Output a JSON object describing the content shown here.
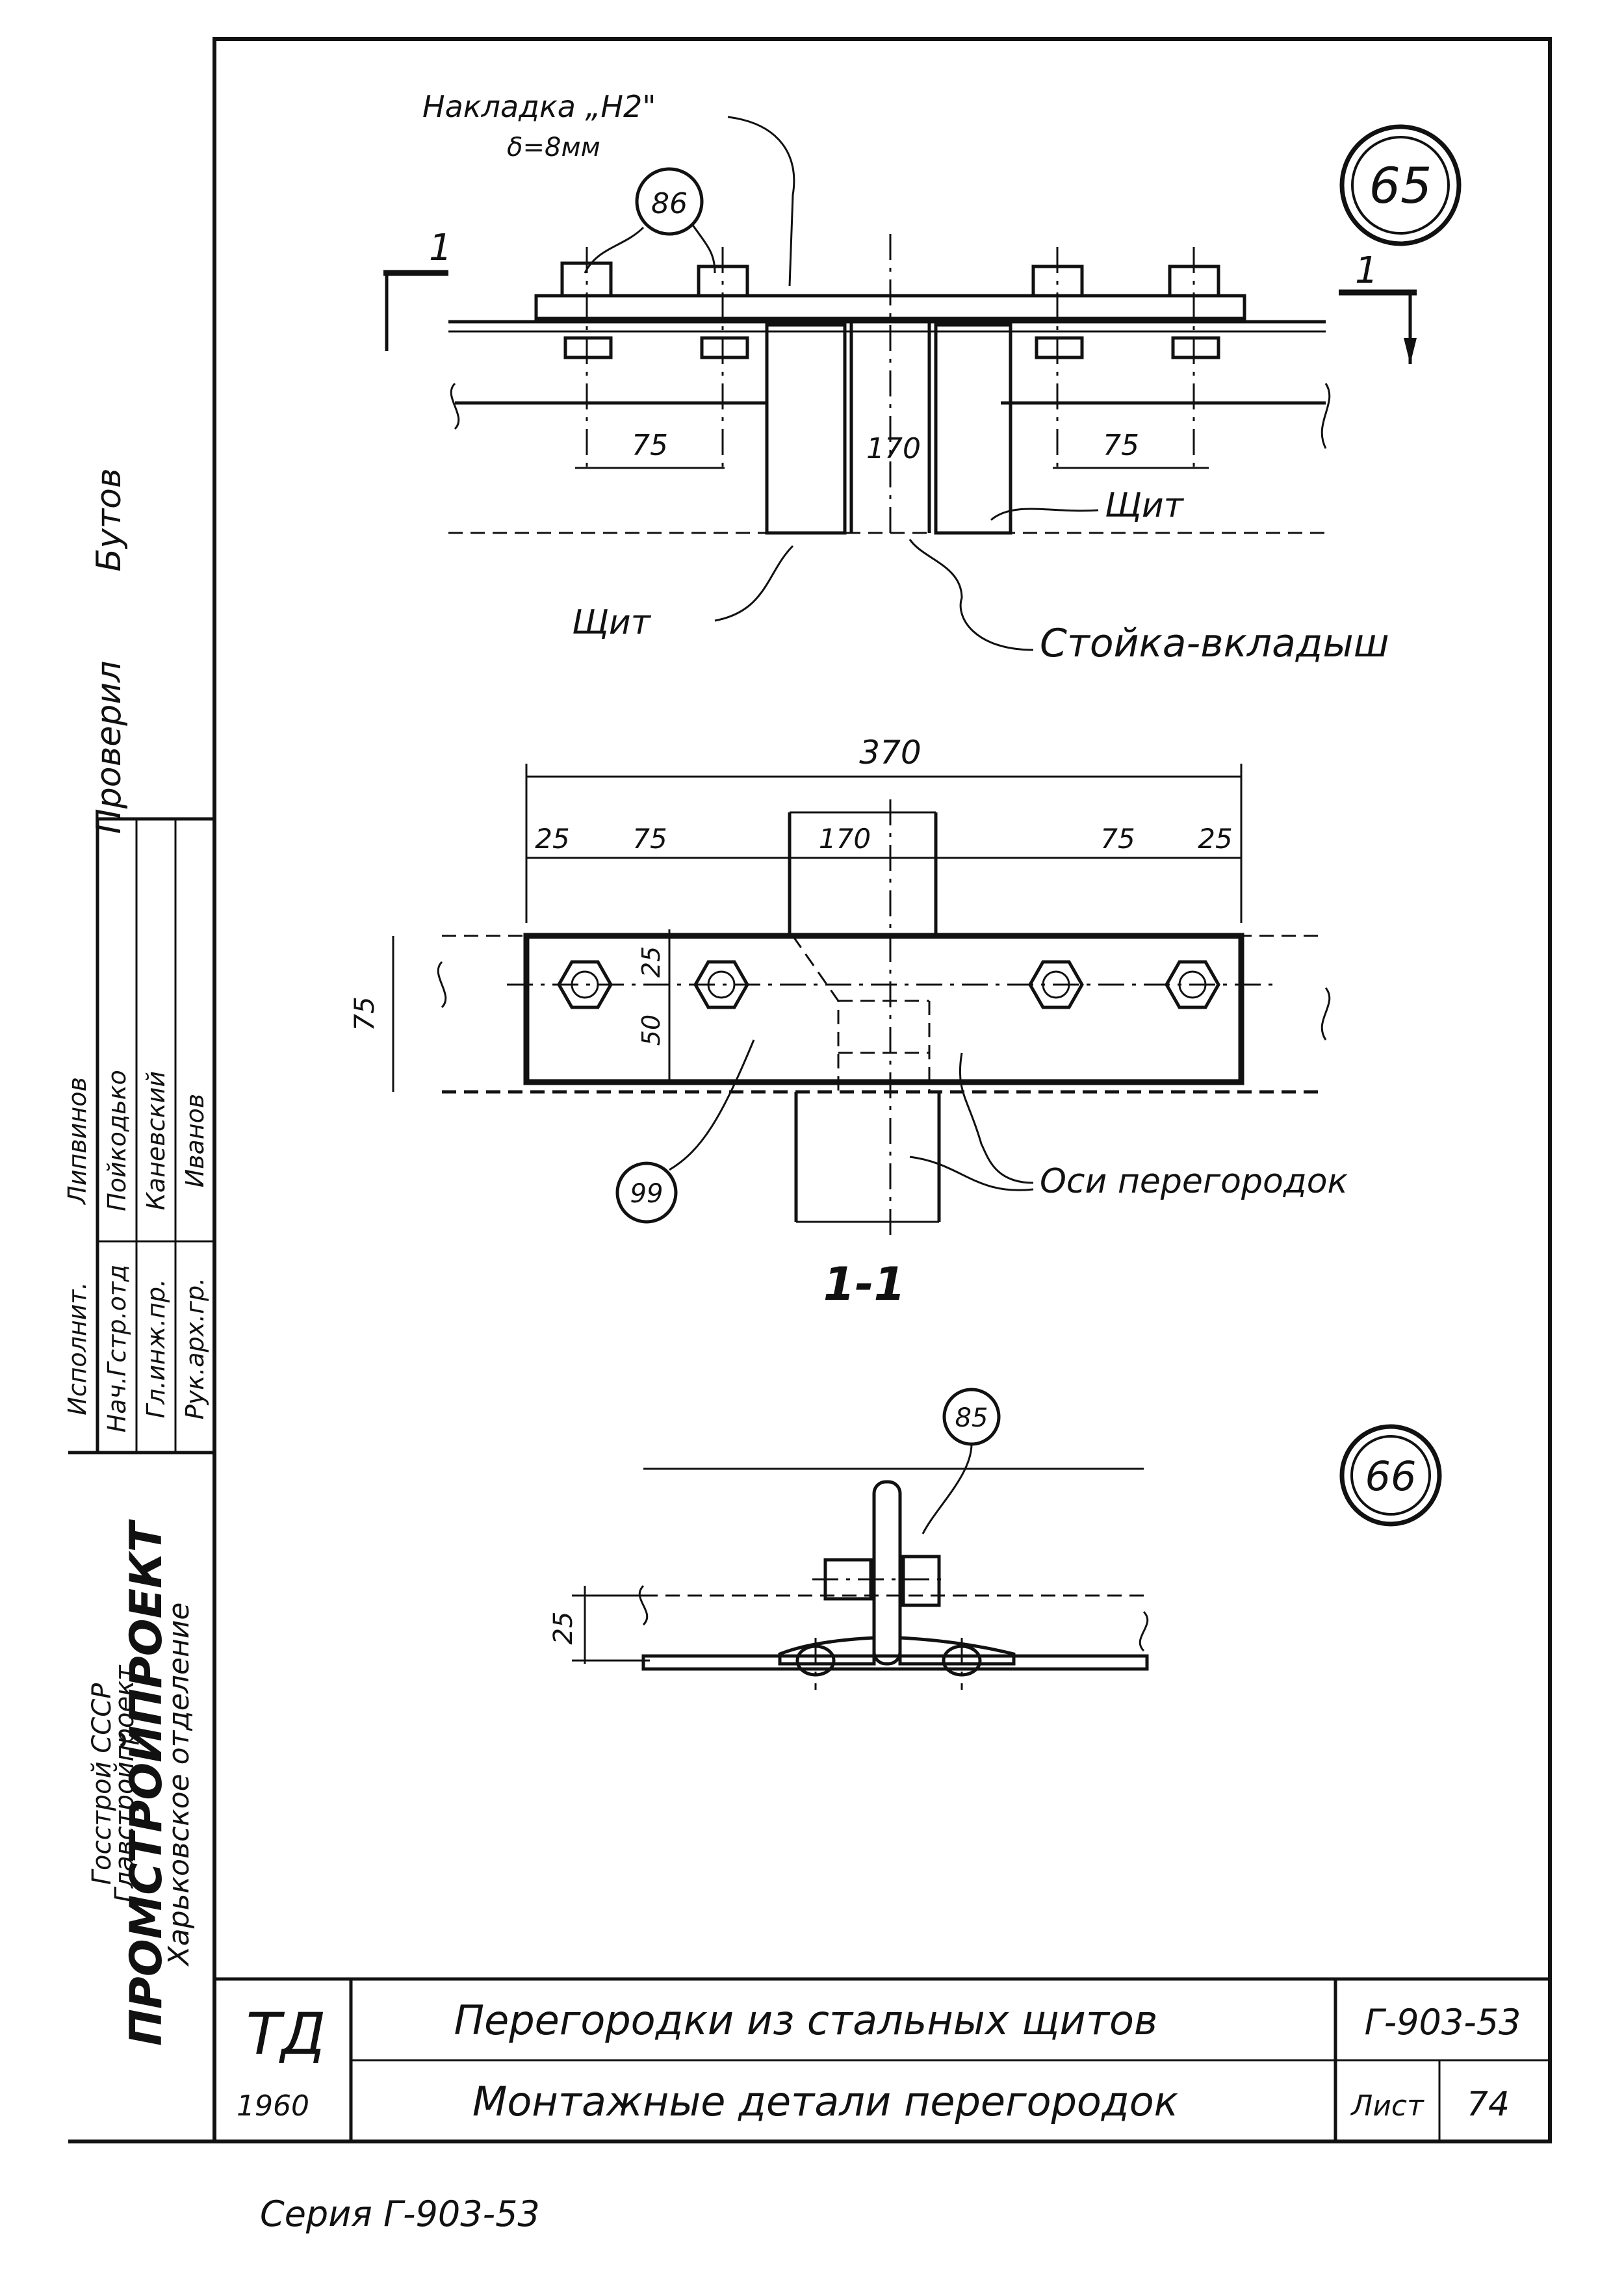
{
  "node_65": {
    "callout_number": "65",
    "plate_label": "Накладка „Н2\"",
    "plate_thickness": "δ=8мм",
    "bolt_ref": "86",
    "section_mark_left": "1",
    "section_mark_right": "1",
    "dim_left": "75",
    "dim_center": "170",
    "dim_right": "75",
    "panel_label_right": "Щит",
    "panel_label_left": "Щит",
    "post_label": "Стойка-вкладыш"
  },
  "section_1_1": {
    "title": "1-1",
    "dim_total": "370",
    "dim_25_left": "25",
    "dim_75_left": "75",
    "dim_170": "170",
    "dim_75_right": "75",
    "dim_25_right": "25",
    "dim_height": "75",
    "dim_25_vertical": "25",
    "dim_50_vertical": "50",
    "part_ref": "99",
    "axis_label": "Оси перегородок"
  },
  "node_66": {
    "callout_number": "66",
    "bolt_ref": "85",
    "dim_vertical": "25"
  },
  "side_stamp": {
    "checked_label": "Проверил",
    "checked_name": "Бутов",
    "roles": [
      "Нач.Гстр.отд",
      "Гл.инж.пр.",
      "Рук.арх.гр.",
      "Исполнит."
    ],
    "names": [
      "Пойкодько",
      "Каневский",
      "Иванов",
      "Липвинов"
    ],
    "org_line_1": "Госстрой СССР",
    "org_line_2": "Главстройпроект",
    "org_name": "ПРОМСТРОЙПРОЕКТ",
    "org_branch": "Харьковское отделение"
  },
  "title_block": {
    "code": "ТД",
    "year": "1960",
    "title_line_1": "Перегородки из стальных щитов",
    "title_line_2": "Монтажные детали перегородок",
    "series_code": "Г-903-53",
    "sheet_label": "Лист",
    "sheet_number": "74"
  },
  "footer": {
    "series": "Серия Г-903-53"
  }
}
